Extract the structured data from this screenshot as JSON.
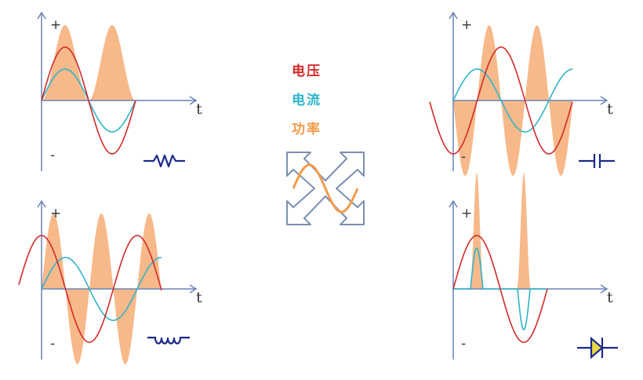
{
  "legend": {
    "voltage": {
      "label": "电压",
      "color": "#d22b2b"
    },
    "current": {
      "label": "电流",
      "color": "#2fb4c8"
    },
    "power": {
      "label": "功率",
      "color": "#f29b4a"
    }
  },
  "axes": {
    "plus": "+",
    "minus": "-",
    "time": "t"
  },
  "colors": {
    "axis": "#6a82b5",
    "fill": "#f7b98a",
    "symbol": "#1c2a8c"
  },
  "panels": [
    {
      "id": "resistor",
      "symbol": "resistor-icon"
    },
    {
      "id": "capacitor",
      "symbol": "capacitor-icon"
    },
    {
      "id": "inductor",
      "symbol": "inductor-icon"
    },
    {
      "id": "diode",
      "symbol": "diode-icon"
    }
  ],
  "center_icon": "cross-arrows-sine-icon"
}
